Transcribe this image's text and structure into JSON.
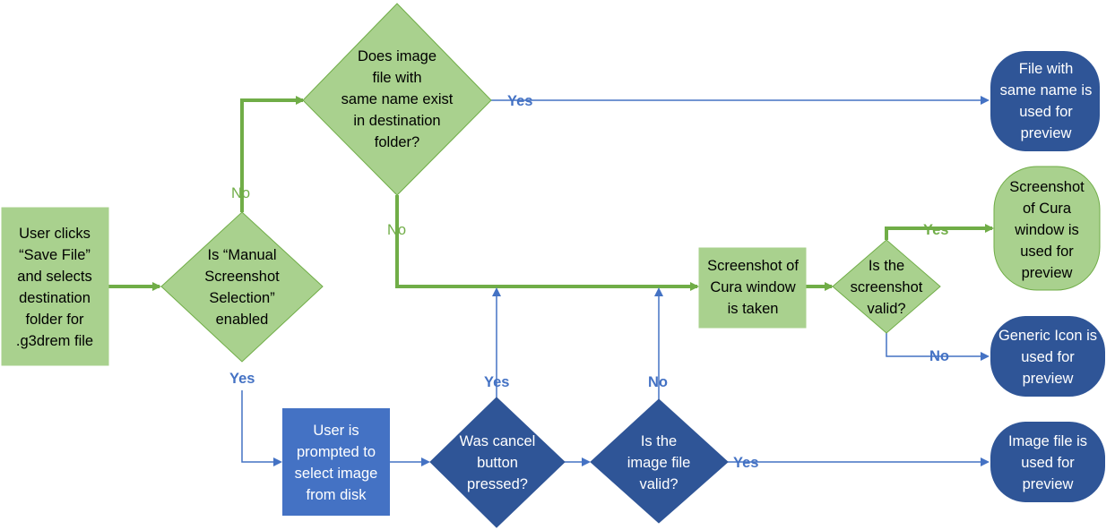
{
  "colors": {
    "green_fill": "#a9d18e",
    "green_stroke": "#70ad47",
    "blue_fill": "#4472c4",
    "blue_dark_fill": "#2f5597",
    "blue_stroke": "#2f5597",
    "line_green": "#70ad47",
    "line_blue": "#4472c4"
  },
  "nodes": {
    "start": [
      "User clicks",
      "“Save File”",
      "and selects",
      "destination",
      "folder for",
      ".g3drem file"
    ],
    "manual_check": [
      "Is “Manual",
      "Screenshot",
      "Selection”",
      "enabled"
    ],
    "image_exists": [
      "Does image",
      "file with",
      "same name exist",
      "in destination",
      "folder?"
    ],
    "existing_used": [
      "File with",
      "same name is",
      "used for",
      "preview"
    ],
    "screenshot_taken": [
      "Screenshot of",
      "Cura window",
      "is taken"
    ],
    "screenshot_valid": [
      "Is the",
      "screenshot",
      "valid?"
    ],
    "cura_used": [
      "Screenshot",
      "of Cura",
      "window is",
      "used for",
      "preview"
    ],
    "generic_icon": [
      "Generic Icon is",
      "used for",
      "preview"
    ],
    "prompt_user": [
      "User is",
      "prompted to",
      "select image",
      "from disk"
    ],
    "cancel_pressed": [
      "Was cancel",
      "button",
      "pressed?"
    ],
    "image_valid": [
      "Is the",
      "image file",
      "valid?"
    ],
    "image_used": [
      "Image file is",
      "used for",
      "preview"
    ]
  },
  "edge_labels": {
    "exists_yes": "Yes",
    "manual_no": "No",
    "exists_no": "No",
    "valid_yes": "Yes",
    "valid_no": "No",
    "manual_yes": "Yes",
    "cancel_yes": "Yes",
    "image_valid_no": "No",
    "image_valid_yes": "Yes"
  }
}
